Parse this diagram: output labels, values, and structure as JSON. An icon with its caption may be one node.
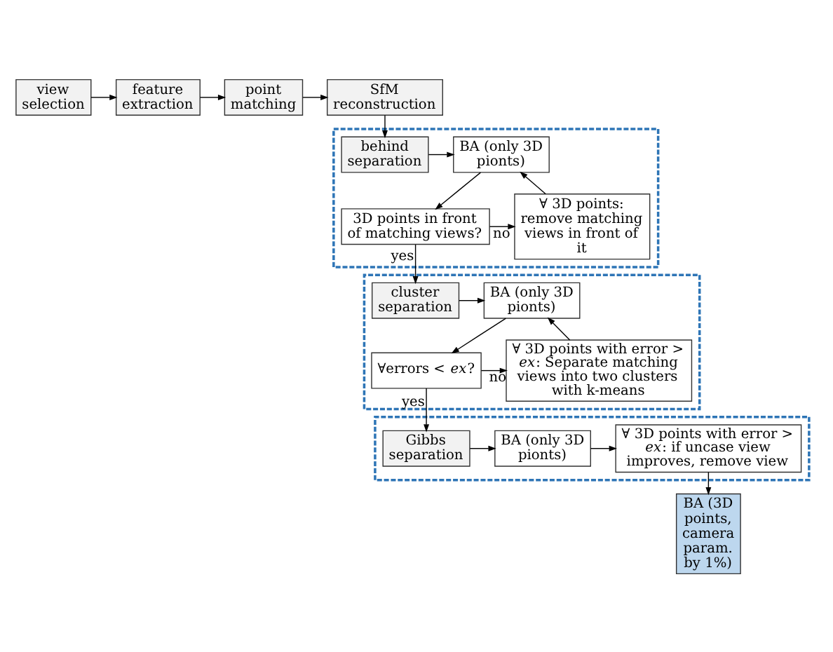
{
  "diagram": {
    "nodes": [
      {
        "text": [
          "view selection"
        ]
      },
      {
        "text": [
          "feature extraction"
        ]
      },
      {
        "text": [
          "point matching"
        ]
      },
      {
        "text": [
          "SfM reconstruction"
        ]
      },
      {
        "text": [],
        "shape": "box"
      },
      {
        "text": [
          "behind separation"
        ],
        "in": 4
      },
      {
        "text": [
          "BA (only 3D pionts)"
        ],
        "in": 4
      },
      {
        "text": [
          "3D points in front of matching views?"
        ],
        "in": 4
      },
      {
        "text": [
          "∀ 3D points: remove matching views in front of it"
        ],
        "in": 4
      },
      {
        "text": [],
        "shape": "box"
      },
      {
        "text": [
          "cluster separation"
        ],
        "in": 9
      },
      {
        "text": [
          "BA (only 3D pionts)"
        ],
        "in": 9
      },
      {
        "text": [
          "∀errors < *ex*?"
        ],
        "in": 9
      },
      {
        "text": [
          "∀ 3D points with error > *ex*: Separate matching views into two clusters with k-means"
        ],
        "in": 9
      },
      {
        "text": [],
        "shape": "box"
      },
      {
        "text": [
          "Gibbs separation"
        ],
        "in": 14
      },
      {
        "text": [
          "BA (only 3D pionts)"
        ],
        "in": 14
      },
      {
        "text": [
          "∀ 3D points with error > *ex*: if uncase view improves, remove view"
        ],
        "in": 14
      },
      {
        "text": [
          "BA (3D points, camera param. by 1%)"
        ]
      }
    ],
    "edges": [
      {
        "from": 0,
        "to": 1,
        "arrow": "to"
      },
      {
        "from": 1,
        "to": 2,
        "arrow": "to"
      },
      {
        "from": 2,
        "to": 3,
        "arrow": "to"
      },
      {
        "from": 3,
        "to": 5,
        "arrow": "to"
      },
      {
        "from": 5,
        "to": 6,
        "arrow": "to"
      },
      {
        "from": 6,
        "to": 7,
        "arrow": "to"
      },
      {
        "from": 7,
        "to": 8,
        "arrow": "to",
        "label": "no"
      },
      {
        "from": 8,
        "to": 6,
        "arrow": "to"
      },
      {
        "from": 7,
        "to": 10,
        "arrow": "to",
        "label": "yes"
      },
      {
        "from": 10,
        "to": 11,
        "arrow": "to"
      },
      {
        "from": 11,
        "to": 12,
        "arrow": "to"
      },
      {
        "from": 12,
        "to": 13,
        "arrow": "to",
        "label": "no"
      },
      {
        "from": 13,
        "to": 11,
        "arrow": "to"
      },
      {
        "from": 12,
        "to": 15,
        "arrow": "to",
        "label": "yes"
      },
      {
        "from": 15,
        "to": 16,
        "arrow": "to"
      },
      {
        "from": 16,
        "to": 17,
        "arrow": "to"
      },
      {
        "from": 17,
        "to": 18,
        "arrow": "to"
      }
    ]
  }
}
